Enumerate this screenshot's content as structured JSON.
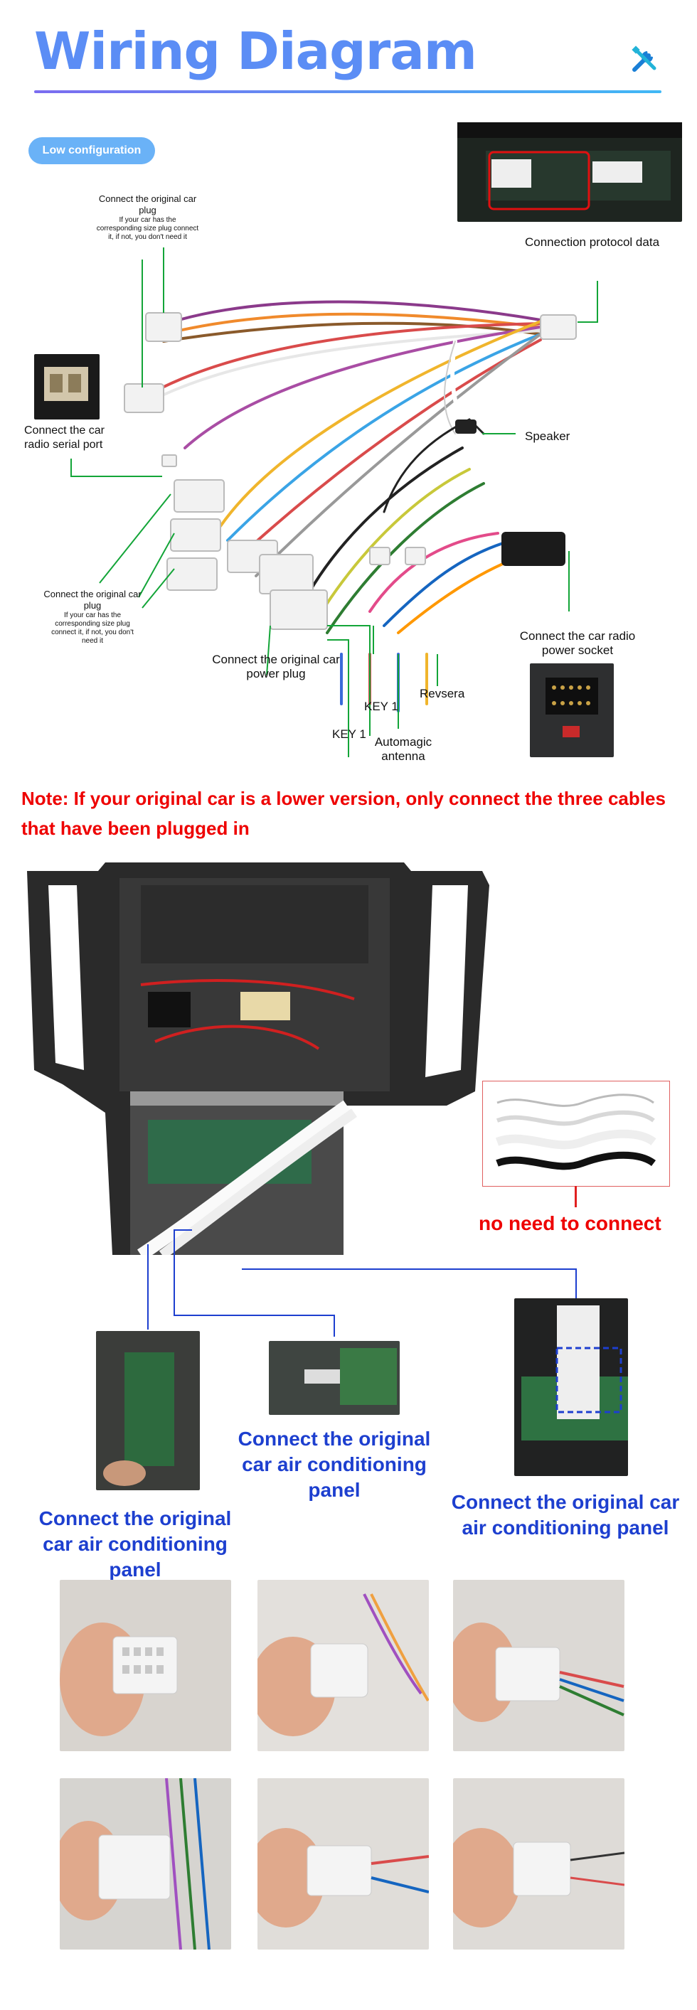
{
  "header": {
    "title": "Wiring Diagram",
    "icon": "tools-icon"
  },
  "badge": "Low configuration",
  "labels": {
    "top_plug_title": "Connect the original car plug",
    "top_plug_note": "If your car has the corresponding size plug connect it, if not, you don't need it",
    "protocol": "Connection protocol data",
    "serial": "Connect the car radio  serial port",
    "speaker": "Speaker",
    "left_plug_title": "Connect the original car plug",
    "left_plug_note": "If your car has the corresponding size plug connect it, if not, you don't need it",
    "power_plug": "Connect the original car power plug",
    "power_socket": "Connect the car radio power socket",
    "key1_a": "KEY 1",
    "key1_b": "KEY 1",
    "reverse": "Revsera",
    "antenna": "Automagic antenna"
  },
  "note": "Note: If your original car is a lower version, only connect the three cables that have been plugged in",
  "no_need": "no need to connect",
  "ac_labels": {
    "left": "Connect the original car air conditioning panel",
    "middle": "Connect the original car air conditioning panel",
    "right": "Connect the original car air conditioning panel"
  },
  "colors": {
    "title": "#5b8df5",
    "accent_blue": "#1d3fcf",
    "accent_red": "#ee0000",
    "leader_green": "#13a538",
    "badge": "#6ab2f7"
  }
}
